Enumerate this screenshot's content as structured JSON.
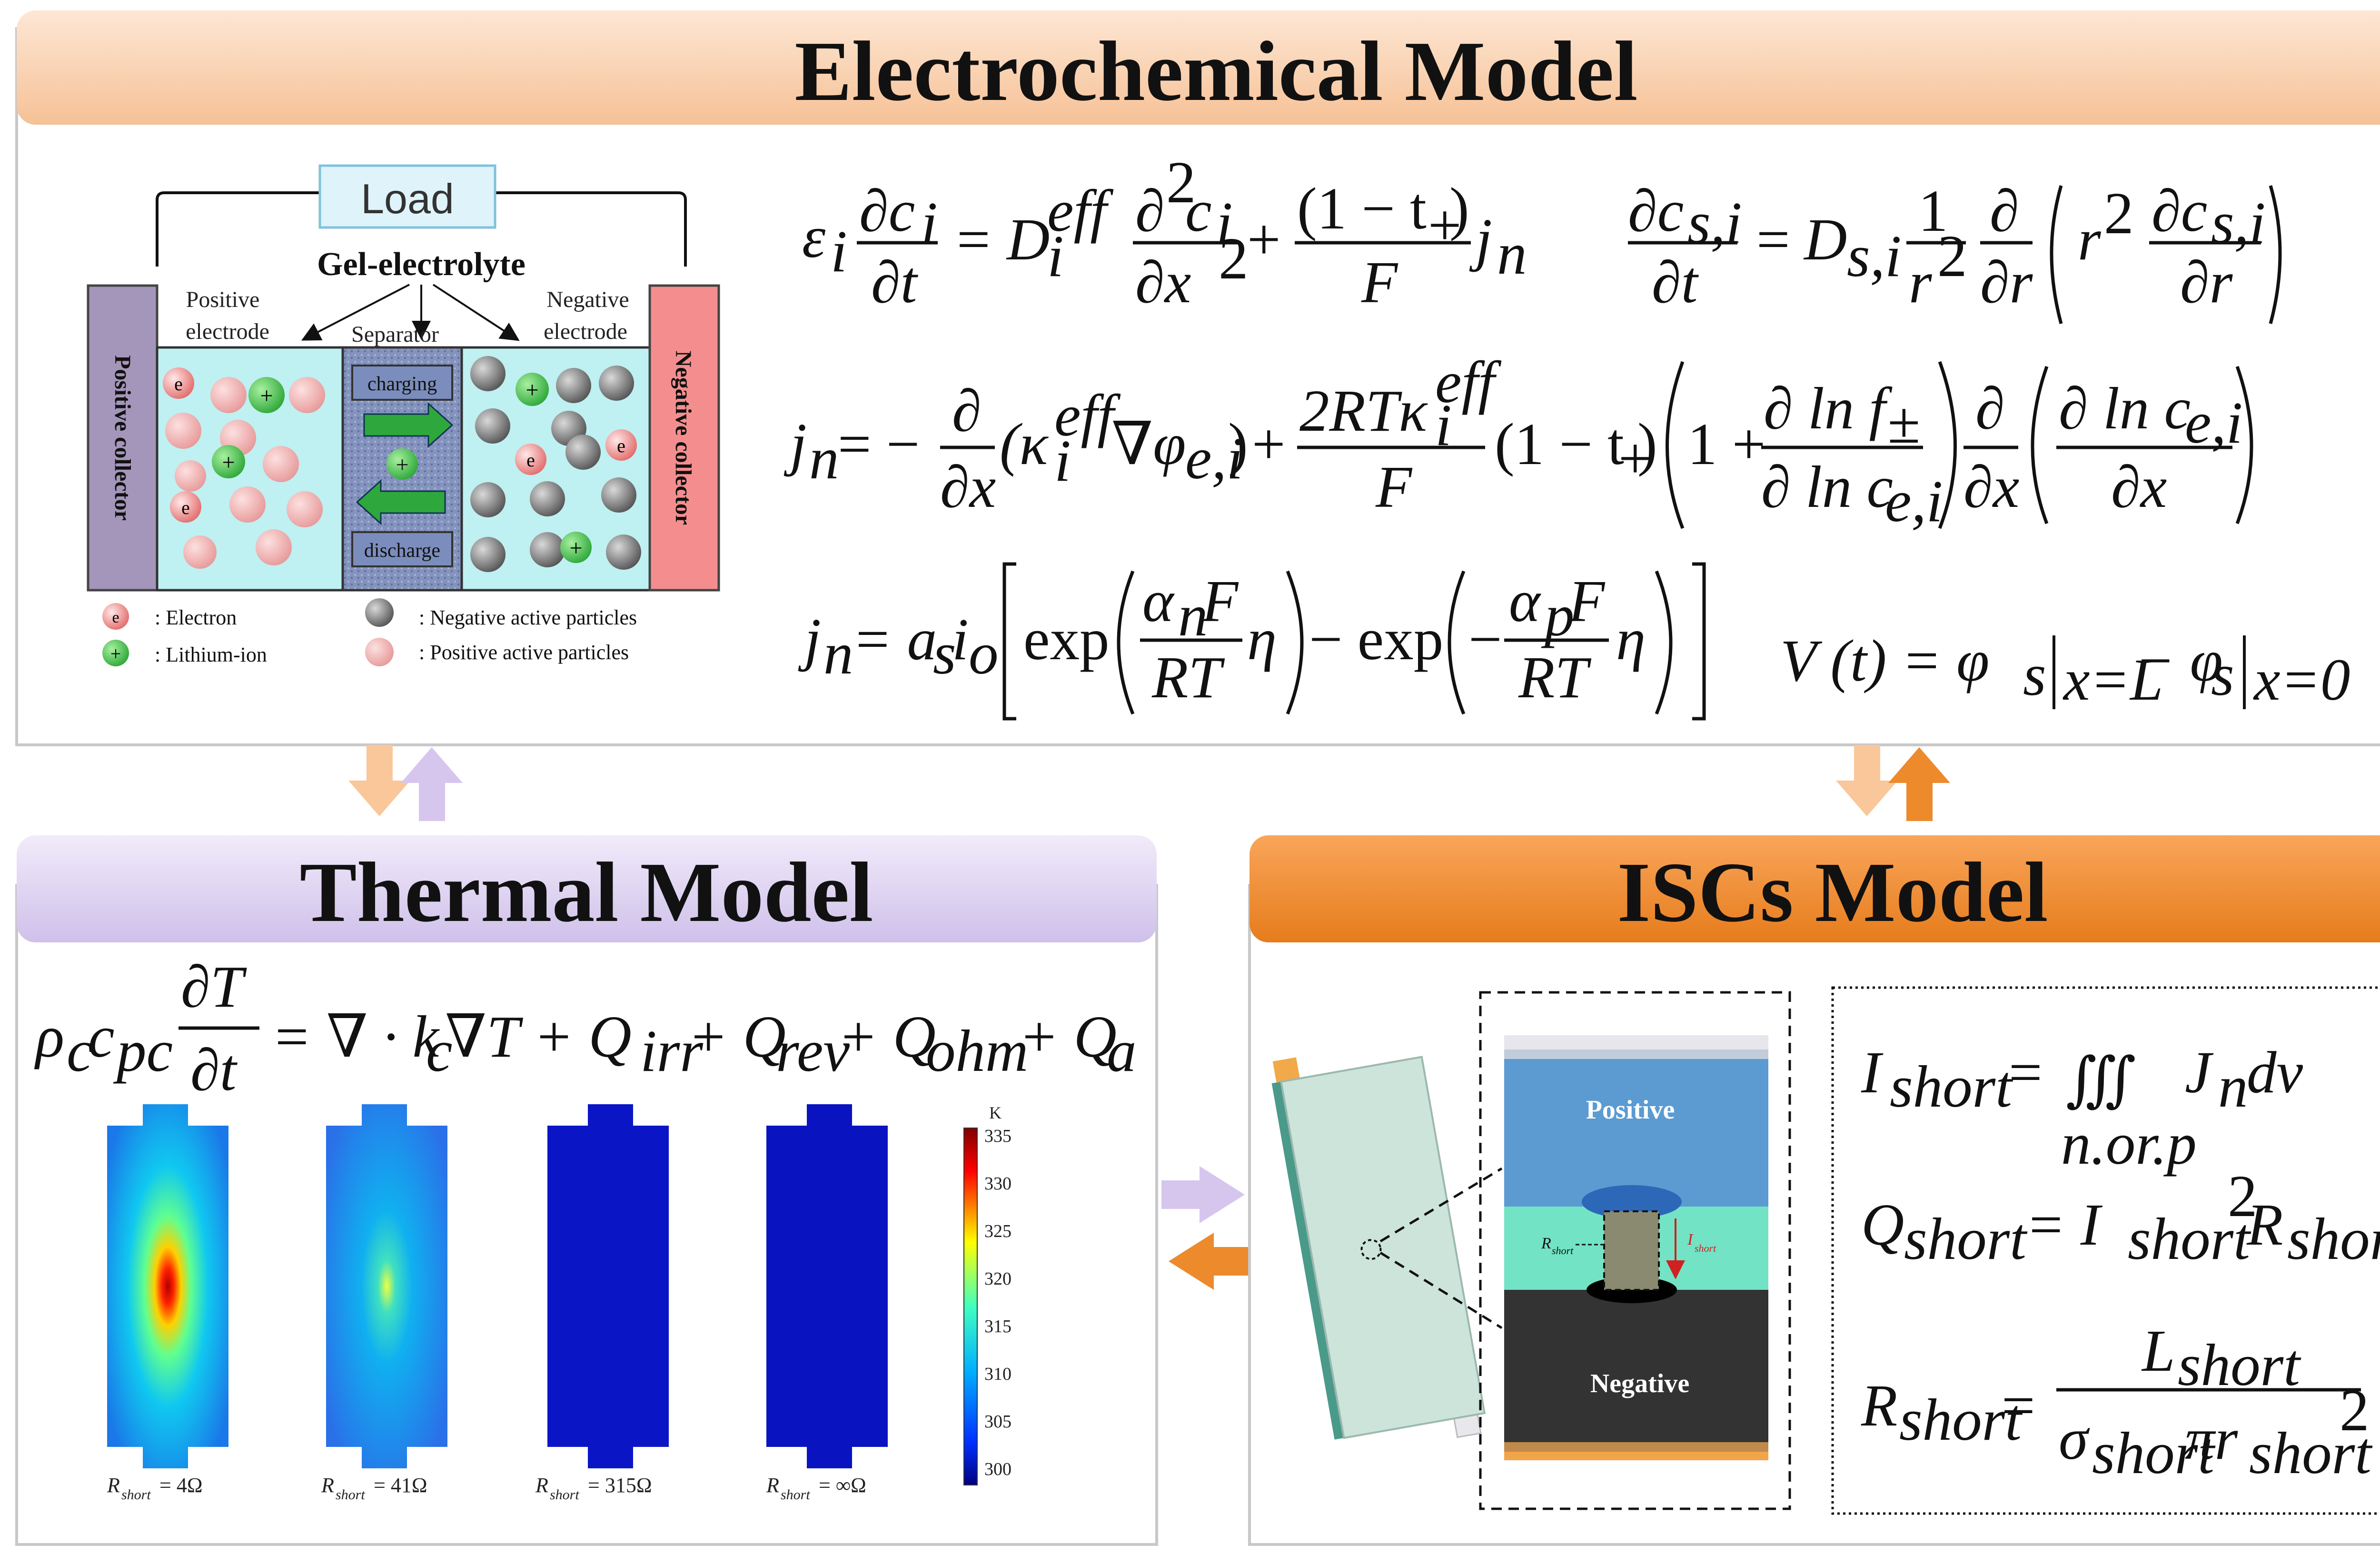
{
  "panels": {
    "electrochemical_title": "Electrochemical Model",
    "thermal_title": "Thermal Model",
    "iscs_title": "ISCs Model"
  },
  "battery_diagram": {
    "load": "Load",
    "gel_electrolyte": "Gel-electrolyte",
    "positive_electrode_line1": "Positive",
    "positive_electrode_line2": "electrode",
    "separator": "Separator",
    "negative_electrode_line1": "Negative",
    "negative_electrode_line2": "electrode",
    "positive_collector": "Positive collector",
    "negative_collector": "Negative collector",
    "charging": "charging",
    "discharge": "discharge",
    "electron_symbol": "e",
    "ion_symbol": "+",
    "legend_electron": ": Electron",
    "legend_lithium": ": Lithium-ion",
    "legend_negative": ": Negative active particles",
    "legend_positive": ": Positive active particles"
  },
  "equations": {
    "e1": {
      "eps": "ε",
      "eps_sub": "i",
      "dc_num": "∂c",
      "dc_num_sub": "i",
      "dc_den": "∂t",
      "equals": "=",
      "D": "D",
      "D_sub": "i",
      "D_sup": "eff",
      "d2c_num": "∂",
      "d2c_num_sup": "2",
      "d2c_num_c": "c",
      "d2c_num_sub": "i",
      "d2c_den": "∂x",
      "d2c_den_sup": "2",
      "plus": "+",
      "t_num": "(1 − t",
      "t_num_sub": "+",
      "t_num_close": ")",
      "F": "F",
      "j": "j",
      "j_sub": "n"
    },
    "e2": {
      "num": "∂c",
      "num_sub": "s,i",
      "den": "∂t",
      "equals": "=",
      "D": "D",
      "D_sub": "s,i",
      "one": "1",
      "r2": "r",
      "r2_sup": "2",
      "d": "∂",
      "dr": "∂r",
      "r": "r",
      "r_sup": "2",
      "inner_num": "∂c",
      "inner_num_sub": "s,i",
      "inner_den": "∂r"
    },
    "e3": {
      "j": "j",
      "j_sub": "n",
      "equals": "= −",
      "d": "∂",
      "dx": "∂x",
      "kappa": "(κ",
      "kappa_sub": "i",
      "kappa_sup": "eff",
      "grad": "∇φ",
      "grad_sub": "e,i",
      "close": ")",
      "plus": "+",
      "frac_num": "2RTκ",
      "frac_num_sub": "i",
      "frac_num_sup": "eff",
      "F": "F",
      "t": "(1 − t",
      "t_sub": "+",
      "t_close": ")",
      "one": "1 +",
      "lnf_num": "∂ ln f",
      "lnf_num_sub": "±",
      "lnf_den": "∂ ln c",
      "lnf_den_sub": "e,i",
      "d2": "∂",
      "dx2": "∂x",
      "lnc_num": "∂ ln c",
      "lnc_num_sub": "e,i",
      "lnc_den": "∂x"
    },
    "e4": {
      "j": "j",
      "j_sub": "n",
      "equals": "= a",
      "a_sub": "s",
      "i": "i",
      "i_sub": "o",
      "exp1": "exp",
      "alpha_n": "α",
      "alpha_n_sub": "n",
      "F1": "F",
      "RT1": "RT",
      "eta1": "η",
      "minus": "− exp",
      "minus2": "−",
      "alpha_p": "α",
      "alpha_p_sub": "p",
      "F2": "F",
      "RT2": "RT",
      "eta2": "η"
    },
    "e5": {
      "V": "V (t) = φ",
      "s1": "s",
      "bar_sub1": "x=L",
      "minus": "− φ",
      "s2": "s",
      "bar_sub2": "x=0"
    },
    "thermal": {
      "rho": "ρ",
      "rho_sub": "c",
      "c": "c",
      "c_sub": "pc",
      "num": "∂T",
      "den": "∂t",
      "rhs": "= ∇ · k",
      "k_sub": "c",
      "rhs2": "∇T + Q",
      "q1": "irr",
      "plus2": "+ Q",
      "q2": "rev",
      "plus3": "+ Q",
      "q3": "ohm",
      "plus4": "+ Q",
      "q4": "a"
    },
    "isc1": {
      "I": "I",
      "I_sub": "short",
      "eq": "=",
      "integral": "∭",
      "int_sub": "n.or.p",
      "J": "J",
      "J_sub": "n",
      "dv": "dv"
    },
    "isc2": {
      "Q": "Q",
      "Q_sub": "short",
      "eq": "= I",
      "I_sub": "short",
      "sup": "2",
      "R": "R",
      "R_sub": "short"
    },
    "isc3": {
      "R": "R",
      "R_sub": "short",
      "eq": "=",
      "L": "L",
      "L_sub": "short",
      "sigma": "σ",
      "sigma_sub": "short",
      "pi_r": "πr",
      "r_sub": "short",
      "sup": "2"
    }
  },
  "heatmaps": {
    "colorbar_unit": "K",
    "colorbar_ticks": [
      "335",
      "330",
      "325",
      "320",
      "315",
      "310",
      "305",
      "300"
    ],
    "labels": [
      {
        "R": "R",
        "sub": "short",
        "val": " = 4Ω"
      },
      {
        "R": "R",
        "sub": "short",
        "val": " = 41Ω"
      },
      {
        "R": "R",
        "sub": "short",
        "val": " = 315Ω"
      },
      {
        "R": "R",
        "sub": "short",
        "val": " = ∞Ω"
      }
    ]
  },
  "isc_detail": {
    "positive": "Positive",
    "negative": "Negative",
    "r_short": "R",
    "r_short_sub": "short",
    "i_short": "I",
    "i_short_sub": "short"
  },
  "colors": {
    "electrochem_header": "#f7c9a4",
    "thermal_header": "#d8c9ee",
    "iscs_header": "#ee8a2d",
    "positive_collector": "#a292b8",
    "negative_collector": "#f08c8c",
    "electrode_fill": "#bfeef0",
    "separator_fill": "#7f8fb5"
  }
}
